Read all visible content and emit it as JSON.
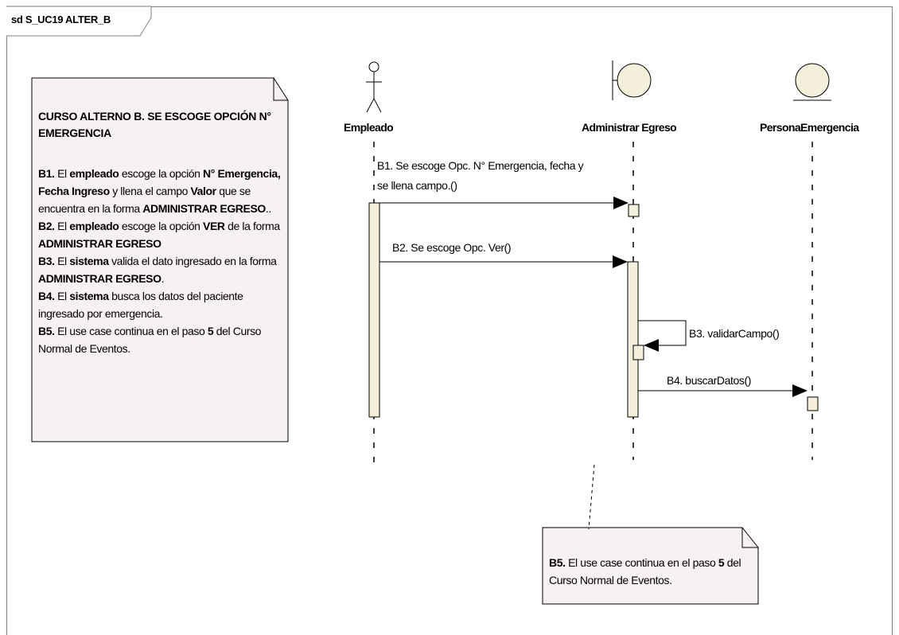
{
  "frame": {
    "title": "sd S_UC19 ALTER_B"
  },
  "lifelines": [
    {
      "name": "Empleado",
      "kind": "actor-icon"
    },
    {
      "name": "Administrar Egreso",
      "kind": "boundary-icon"
    },
    {
      "name": "PersonaEmergencia",
      "kind": "entity-icon"
    }
  ],
  "messages": [
    {
      "line1": "B1. Se escoge Opc. N° Emergencia, fecha y",
      "line2": "se llena campo.()"
    },
    {
      "line1": "B2. Se escoge Opc. Ver()"
    },
    {
      "line1": "B3. validarCampo()"
    },
    {
      "line1": "B4. buscarDatos()"
    }
  ],
  "note_main": {
    "heading": "CURSO ALTERNO B. SE ESCOGE OPCIÓN N° EMERGENCIA",
    "b1": {
      "label": "B1.",
      "t1": " El ",
      "k1": "empleado",
      "t2": " escoge la opción ",
      "k2": "N° Emergencia, Fecha Ingreso",
      "t3": " y llena el campo ",
      "k3": "Valor",
      "t4": "  que se encuentra en la forma ",
      "k4": "ADMINISTRAR EGRESO",
      "t5": ".."
    },
    "b2": {
      "label": "B2.",
      "t1": " El ",
      "k1": "empleado",
      "t2": " escoge la opción ",
      "k2": "VER",
      "t3": " de la forma ",
      "k3": "ADMINISTRAR EGRESO"
    },
    "b3": {
      "label": "B3.",
      "t1": " El ",
      "k1": "sistema",
      "t2": " valida el dato ingresado en la forma ",
      "k2": "ADMINISTRAR EGRESO",
      "t3": "."
    },
    "b4": {
      "label": "B4.",
      "t1": " El ",
      "k1": "sistema",
      "t2": " busca los datos del paciente ingresado por emergencia."
    },
    "b5": {
      "label": "B5.",
      "t1": "  El use case continua en el paso ",
      "k1": "5",
      "t2": " del Curso Normal de Eventos."
    }
  },
  "note_small": {
    "label": "B5.",
    "t1": "  El use case continua en el paso ",
    "k1": "5",
    "t2": " del Curso Normal de Eventos."
  },
  "colors": {
    "note_fill": "#f7f0f4",
    "activation_fill": "#f5f0dc",
    "icon_fill": "#f5f0dc",
    "stroke": "#000000"
  }
}
